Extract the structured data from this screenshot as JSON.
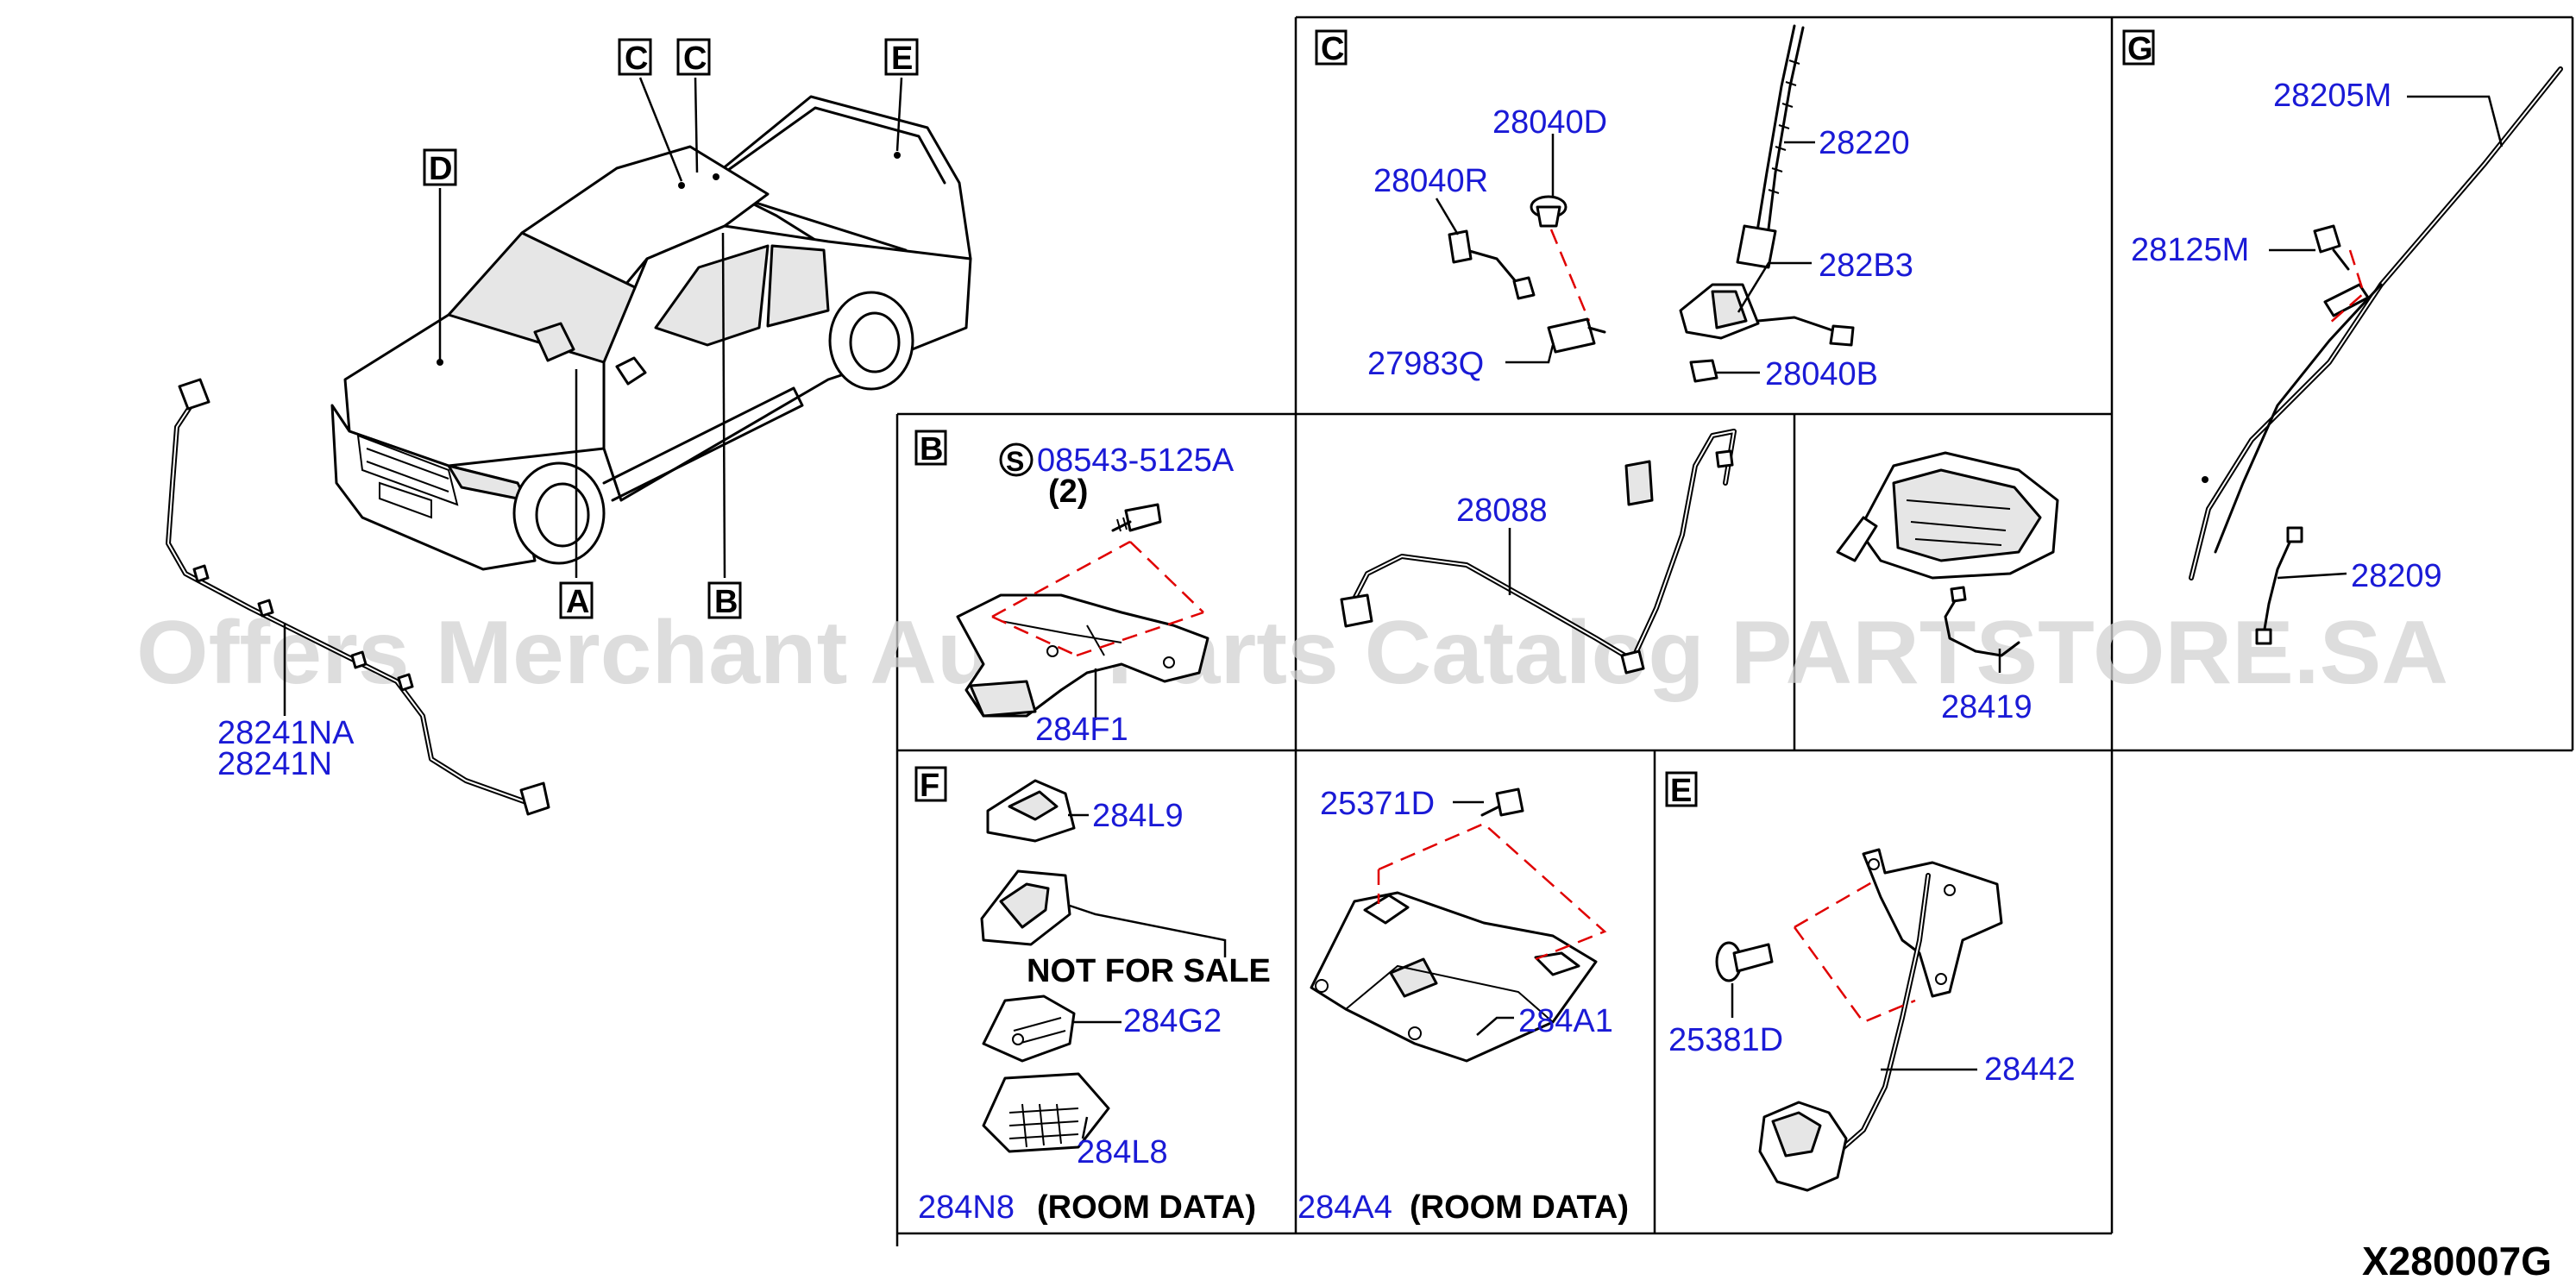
{
  "diagram_code": "X280007G",
  "watermark": "Offers Merchant Auto Parts Catalog PARTSTORE.SA",
  "vehicle_callouts": {
    "c1": "C",
    "c2": "C",
    "e": "E",
    "d": "D",
    "a": "A",
    "b": "B"
  },
  "harness_labels": {
    "na": "28241NA",
    "n": "28241N"
  },
  "panel_c": {
    "letter": "C",
    "parts": {
      "p28040d": "28040D",
      "p28220": "28220",
      "p28040r": "28040R",
      "p282b3": "282B3",
      "p27983q": "27983Q",
      "p28040b": "28040B"
    }
  },
  "panel_g": {
    "letter": "G",
    "parts": {
      "p28205m": "28205M",
      "p28125m": "28125M",
      "p28209": "28209"
    }
  },
  "panel_b": {
    "letter": "B",
    "screw_symbol": "S",
    "screw_part": "08543-5125A",
    "screw_qty": "(2)",
    "parts": {
      "p284f1": "284F1"
    }
  },
  "panel_mid": {
    "parts": {
      "p28088": "28088"
    }
  },
  "panel_mirror": {
    "parts": {
      "p28419": "28419"
    }
  },
  "panel_f": {
    "letter": "F",
    "parts": {
      "p284l9": "284L9",
      "p284g2": "284G2",
      "p284l8": "284L8"
    },
    "not_for_sale": "NOT FOR SALE",
    "room_part": "284N8",
    "room_text": "(ROOM DATA)"
  },
  "panel_ecu": {
    "parts": {
      "p25371d": "25371D",
      "p284a1": "284A1"
    },
    "room_part": "284A4",
    "room_text": "(ROOM DATA)"
  },
  "panel_e": {
    "letter": "E",
    "parts": {
      "p25381d": "25381D",
      "p28442": "28442"
    }
  }
}
